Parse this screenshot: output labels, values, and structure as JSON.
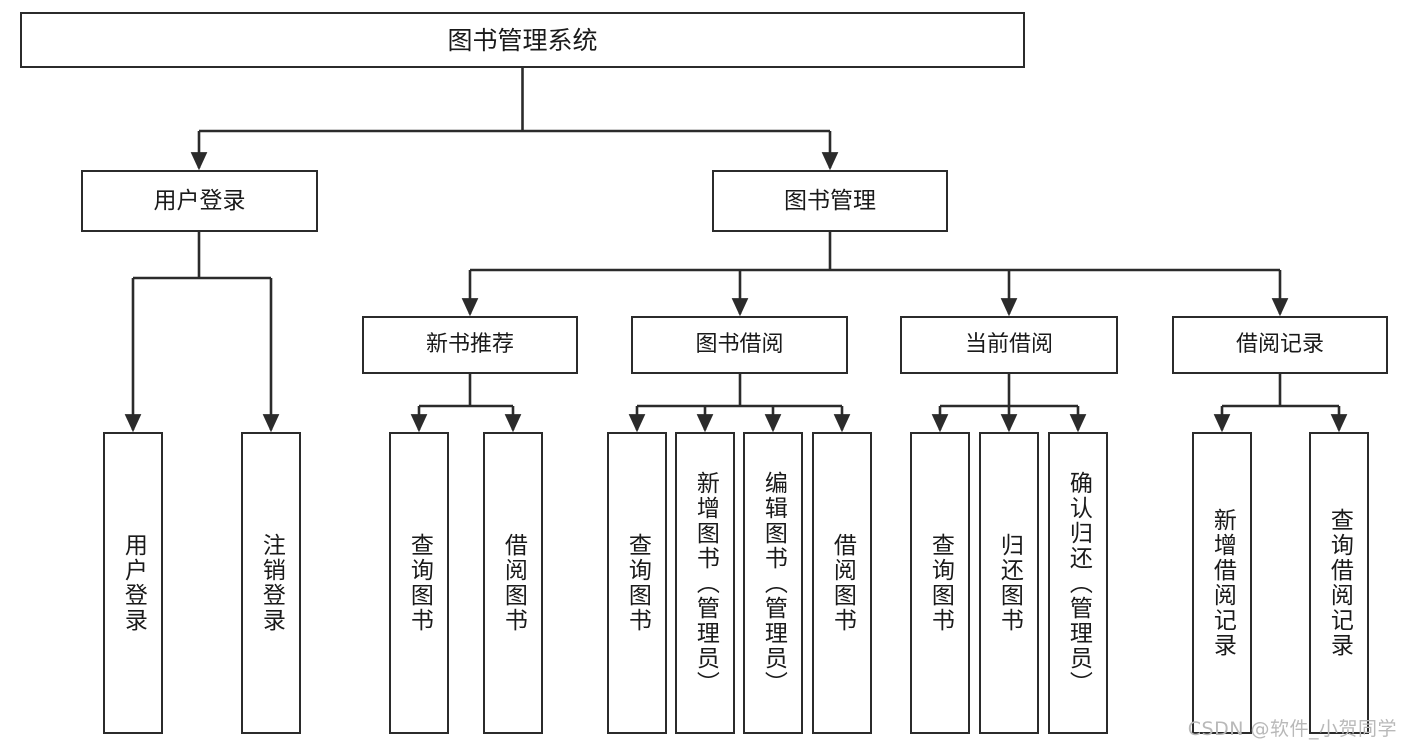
{
  "diagram": {
    "type": "tree",
    "title": "图书管理系统",
    "orientation": "top-down",
    "colors": {
      "box_border": "#2b2b2b",
      "box_fill": "#ffffff",
      "edge": "#2b2b2b",
      "text": "#1a1a1a",
      "watermark": "#b9b9b9",
      "background": "#ffffff"
    },
    "nodes": {
      "root": {
        "label": "图书管理系统"
      },
      "level2": [
        {
          "id": "user-login",
          "label": "用户登录"
        },
        {
          "id": "book-manage",
          "label": "图书管理"
        }
      ],
      "level3": [
        {
          "id": "new-book-recommend",
          "label": "新书推荐"
        },
        {
          "id": "book-borrow",
          "label": "图书借阅"
        },
        {
          "id": "current-borrow",
          "label": "当前借阅"
        },
        {
          "id": "borrow-record",
          "label": "借阅记录"
        }
      ],
      "leaves": {
        "user-login": [
          {
            "id": "leaf-user-login",
            "label": "用户登录"
          },
          {
            "id": "leaf-logout-login",
            "label": "注销登录"
          }
        ],
        "new-book-recommend": [
          {
            "id": "leaf-query-book-1",
            "label": "查询图书"
          },
          {
            "id": "leaf-borrow-book-1",
            "label": "借阅图书"
          }
        ],
        "book-borrow": [
          {
            "id": "leaf-query-book-2",
            "label": "查询图书"
          },
          {
            "id": "leaf-add-book",
            "label": "新增图书（管理员）"
          },
          {
            "id": "leaf-edit-book",
            "label": "编辑图书（管理员）"
          },
          {
            "id": "leaf-borrow-book-2",
            "label": "借阅图书"
          }
        ],
        "current-borrow": [
          {
            "id": "leaf-query-book-3",
            "label": "查询图书"
          },
          {
            "id": "leaf-return-book",
            "label": "归还图书"
          },
          {
            "id": "leaf-confirm-return",
            "label": "确认归还（管理员）"
          }
        ],
        "borrow-record": [
          {
            "id": "leaf-add-record",
            "label": "新增借阅记录"
          },
          {
            "id": "leaf-query-record",
            "label": "查询借阅记录"
          }
        ]
      }
    },
    "watermark": "CSDN @软件_小贺同学"
  }
}
